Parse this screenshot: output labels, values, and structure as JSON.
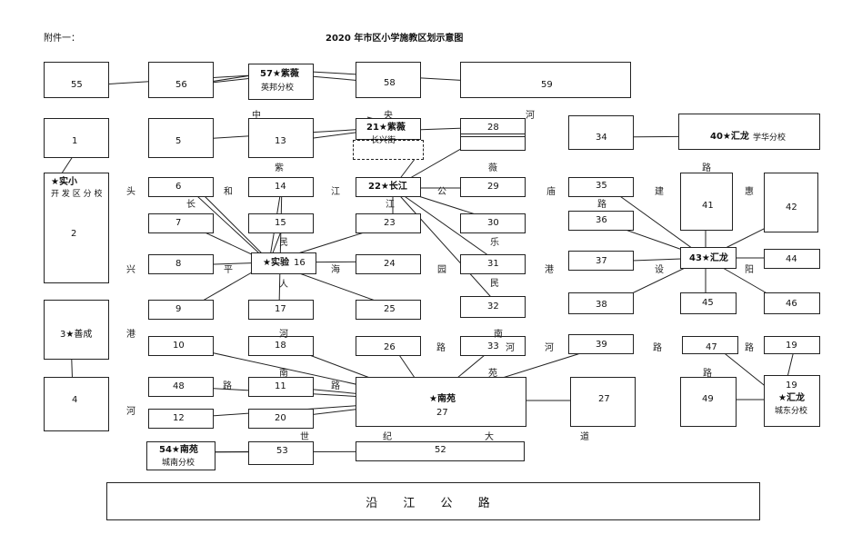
{
  "header": {
    "attachment": "附件一：",
    "title": "2020 年市区小学施教区划示意图"
  },
  "bottom_road": "沿 江 公 路",
  "schools": {
    "s57": {
      "name": "57★紫薇",
      "branch": "英邦分校"
    },
    "s21": {
      "name": "21★紫薇",
      "branch": "长兴街"
    },
    "s40": {
      "name": "40★汇龙",
      "branch": "学华分校"
    },
    "shixiao": {
      "name": "★实小",
      "branch": "开 发 区 分 校"
    },
    "s22": {
      "name": "22★长江"
    },
    "s43": {
      "name": "43★汇龙"
    },
    "shiyan": {
      "name": "★实验"
    },
    "s3": {
      "name": "3★善成"
    },
    "nanyuan": {
      "name": "★南苑"
    },
    "s50": {
      "name": "★汇龙",
      "branch": "城东分校"
    },
    "s54": {
      "name": "54★南苑",
      "branch": "城南分校"
    }
  },
  "zones": [
    "55",
    "56",
    "58",
    "59",
    "1",
    "2",
    "5",
    "13",
    "28",
    "34",
    "6",
    "14",
    "29",
    "35",
    "41",
    "42",
    "7",
    "15",
    "23",
    "30",
    "36",
    "8",
    "16",
    "24",
    "31",
    "37",
    "44",
    "9",
    "17",
    "25",
    "32",
    "38",
    "45",
    "46",
    "10",
    "18",
    "26",
    "33",
    "39",
    "47",
    "48",
    "11",
    "19",
    "27",
    "27",
    "49",
    "12",
    "20",
    "4",
    "53",
    "52"
  ],
  "roads": [
    "中",
    "央",
    "河",
    "紫",
    "薇",
    "头",
    "和",
    "江",
    "公",
    "庙",
    "建",
    "惠",
    "长",
    "江",
    "民",
    "路",
    "兴",
    "平",
    "海",
    "园",
    "乐",
    "港",
    "设",
    "阳",
    "人",
    "民",
    "港",
    "河",
    "南",
    "河",
    "路",
    "河",
    "路",
    "路",
    "南",
    "苑",
    "路",
    "路",
    "河",
    "路",
    "世",
    "纪",
    "大",
    "道",
    "路"
  ]
}
